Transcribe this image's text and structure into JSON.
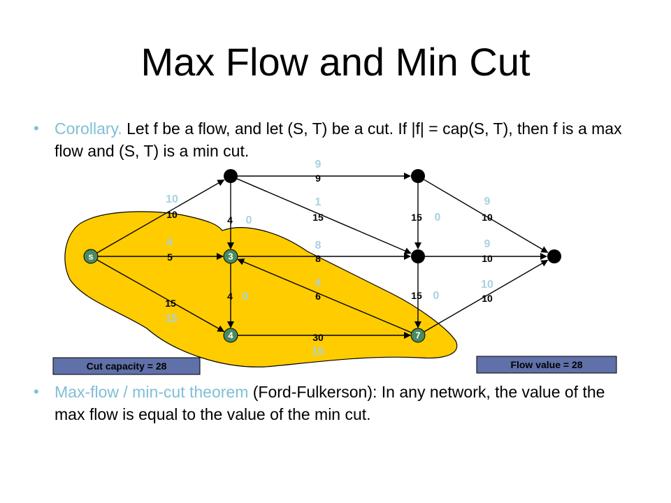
{
  "title": "Max Flow and Min Cut",
  "bullet1": {
    "lead": "Corollary.",
    "rest": "  Let f be a flow, and let (S, T) be a cut.  If |f| = cap(S, T), then f is a max flow and (S, T) is a min cut."
  },
  "bullet2": {
    "lead": "Max-flow / min-cut theorem",
    "rest": " (Ford-Fulkerson):  In any network, the value of the max flow is equal to the value of the min cut."
  },
  "bullet_glyph": "•",
  "cut_box": "Cut capacity = 28",
  "flow_box": "Flow value = 28",
  "colors": {
    "cut_region": "#ffcc00",
    "flow_label": "#a9d2e0",
    "node_green": "#4a8a60",
    "box_fill": "#6070a8"
  },
  "graph": {
    "nodes": [
      {
        "id": "s",
        "label": "s",
        "in_cut": true
      },
      {
        "id": "3",
        "label": "3",
        "in_cut": true
      },
      {
        "id": "4",
        "label": "4",
        "in_cut": true
      },
      {
        "id": "7",
        "label": "7",
        "in_cut": true
      },
      {
        "id": "2",
        "label": "",
        "in_cut": false
      },
      {
        "id": "5",
        "label": "",
        "in_cut": false
      },
      {
        "id": "6",
        "label": "",
        "in_cut": false
      },
      {
        "id": "t",
        "label": "",
        "in_cut": false
      }
    ],
    "edges": [
      {
        "from": "s",
        "to": "2",
        "capacity": "10",
        "flow": "10"
      },
      {
        "from": "s",
        "to": "3",
        "capacity": "5",
        "flow": "4"
      },
      {
        "from": "s",
        "to": "4",
        "capacity": "15",
        "flow": "15"
      },
      {
        "from": "2",
        "to": "3",
        "capacity": "4",
        "flow": "0"
      },
      {
        "from": "2",
        "to": "5",
        "capacity": "9",
        "flow": "9"
      },
      {
        "from": "2",
        "to": "6",
        "capacity": "15",
        "flow": "1"
      },
      {
        "from": "3",
        "to": "4",
        "capacity": "4",
        "flow": "0"
      },
      {
        "from": "3",
        "to": "6",
        "capacity": "8",
        "flow": "8"
      },
      {
        "from": "7",
        "to": "3",
        "capacity": "6",
        "flow": "4"
      },
      {
        "from": "4",
        "to": "7",
        "capacity": "30",
        "flow": "15"
      },
      {
        "from": "5",
        "to": "6",
        "capacity": "15",
        "flow": "0"
      },
      {
        "from": "5",
        "to": "t",
        "capacity": "10",
        "flow": "9"
      },
      {
        "from": "6",
        "to": "t",
        "capacity": "10",
        "flow": "9"
      },
      {
        "from": "6",
        "to": "7",
        "capacity": "15",
        "flow": "0"
      },
      {
        "from": "7",
        "to": "t",
        "capacity": "10",
        "flow": "10"
      }
    ]
  }
}
